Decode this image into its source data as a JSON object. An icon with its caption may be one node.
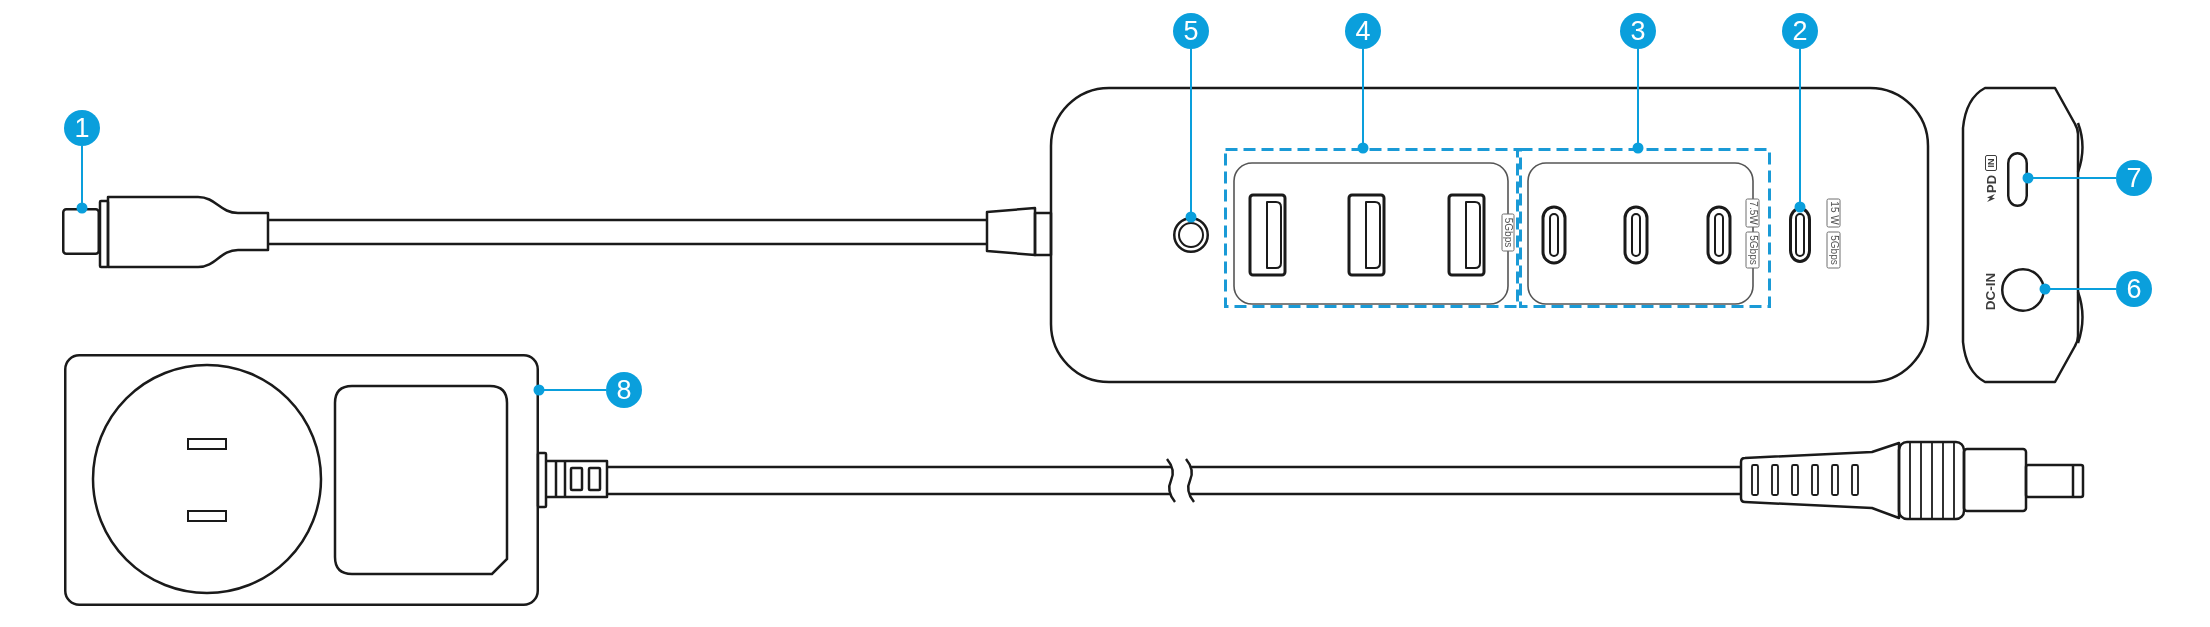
{
  "diagram": {
    "nodes": [
      {
        "text": [
          "1"
        ]
      },
      {
        "text": [],
        "shape": "box"
      },
      {
        "text": [
          "2"
        ]
      },
      {
        "text": [],
        "shape": "box"
      },
      {
        "text": [
          "3"
        ]
      },
      {
        "text": [],
        "shape": "box"
      },
      {
        "text": [
          "4"
        ]
      },
      {
        "text": [],
        "shape": "box"
      },
      {
        "text": [
          "5"
        ]
      },
      {
        "text": [],
        "shape": "circle"
      },
      {
        "text": [
          "6"
        ]
      },
      {
        "text": [],
        "shape": "circle",
        "beside": [
          "DC-IN"
        ]
      },
      {
        "text": [
          "7"
        ]
      },
      {
        "text": [],
        "shape": "box"
      },
      {
        "text": [
          "8"
        ]
      },
      {
        "text": [],
        "shape": "picture"
      },
      {
        "text": [
          "5Gbps"
        ],
        "in": 7
      },
      {
        "text": [
          "7.5W"
        ],
        "in": 5
      },
      {
        "text": [
          "5Gbps"
        ],
        "in": 5
      },
      {
        "text": [
          "15 W"
        ]
      },
      {
        "text": [
          "5Gbps"
        ]
      },
      {
        "text": [
          "IN"
        ]
      }
    ],
    "edges": [
      {
        "from": 0,
        "to": 1,
        "arrow": "other"
      },
      {
        "from": 2,
        "to": 3,
        "arrow": "other"
      },
      {
        "from": 4,
        "to": 5,
        "arrow": "other"
      },
      {
        "from": 6,
        "to": 7,
        "arrow": "other"
      },
      {
        "from": 8,
        "to": 9,
        "arrow": "other"
      },
      {
        "from": 10,
        "to": 11,
        "arrow": "other"
      },
      {
        "from": 12,
        "to": 13,
        "arrow": "other"
      },
      {
        "from": 14,
        "to": 15,
        "arrow": "other"
      }
    ],
    "labels": [
      "PD"
    ]
  }
}
